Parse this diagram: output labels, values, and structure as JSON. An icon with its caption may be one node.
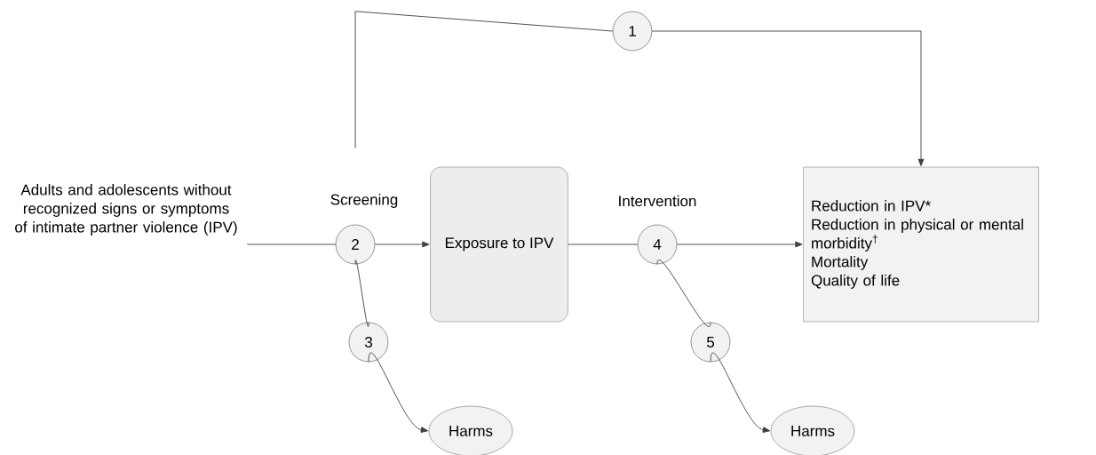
{
  "diagram": {
    "nodes": [
      {
        "text": [
          "Adults and adolescents without recognized signs or symptoms of intimate partner violence (IPV)"
        ]
      },
      {
        "text": [
          "2"
        ],
        "beside": [
          "Screening"
        ]
      },
      {
        "text": [
          "Exposure to IPV"
        ]
      },
      {
        "text": [
          "4"
        ],
        "beside": [
          "Intervention"
        ]
      },
      {
        "text": [
          "Reduction in IPV*",
          "Reduction in physical or mental morbidity$^{†}$",
          "Mortality",
          "Quality of life"
        ]
      },
      {
        "text": [
          "1"
        ]
      },
      {
        "text": [
          "3"
        ]
      },
      {
        "text": [
          "Harms"
        ]
      },
      {
        "text": [
          "5"
        ]
      },
      {
        "text": [
          "Harms"
        ]
      }
    ],
    "edges": [
      {
        "from": 0,
        "to": 1,
        "arrow": "none"
      },
      {
        "from": 1,
        "to": 2,
        "arrow": "to"
      },
      {
        "from": 2,
        "to": 3,
        "arrow": "none"
      },
      {
        "from": 3,
        "to": 4,
        "arrow": "to"
      },
      {
        "from": 1,
        "to": 5,
        "arrow": "none"
      },
      {
        "from": 5,
        "to": 4,
        "arrow": "to"
      },
      {
        "from": 1,
        "to": 6,
        "arrow": "none"
      },
      {
        "from": 6,
        "to": 7,
        "arrow": "to"
      },
      {
        "from": 3,
        "to": 8,
        "arrow": "none"
      },
      {
        "from": 8,
        "to": 9,
        "arrow": "to"
      }
    ]
  }
}
